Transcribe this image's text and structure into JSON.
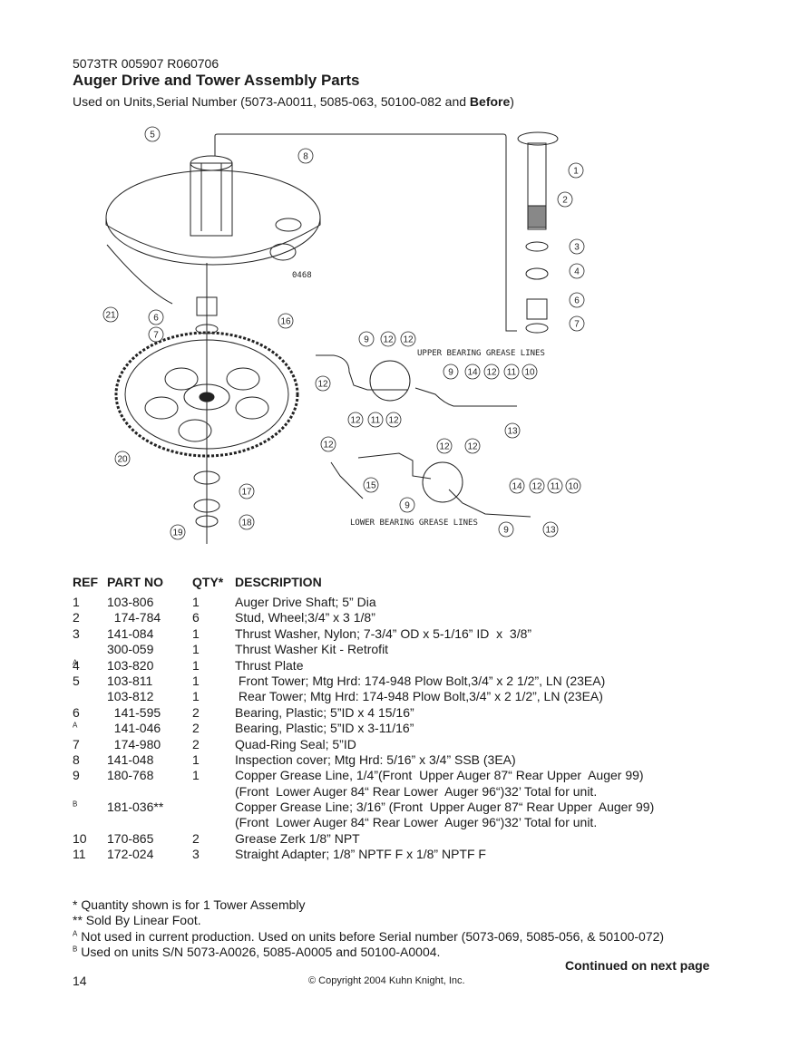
{
  "header": {
    "code": "5073TR 005907 R060706",
    "title": "Auger Drive and Tower Assembly Parts",
    "used_on_prefix": "Used on Units,Serial Number (5073-A0011, 5085-063, 50100-082 and ",
    "used_on_bold": "Before",
    "used_on_suffix": ")"
  },
  "diagram": {
    "labels": {
      "upper": "UPPER BEARING GREASE LINES",
      "lower": "LOWER BEARING GREASE LINES",
      "code": "0468"
    },
    "callouts": [
      "5",
      "8",
      "1",
      "2",
      "3",
      "4",
      "6",
      "7",
      "21",
      "6",
      "7",
      "16",
      "9",
      "12",
      "12",
      "12",
      "9",
      "14",
      "12",
      "11",
      "10",
      "13",
      "20",
      "17",
      "18",
      "19",
      "12",
      "11",
      "12",
      "12",
      "15",
      "9",
      "12",
      "12",
      "14",
      "12",
      "11",
      "10",
      "9",
      "13"
    ]
  },
  "table": {
    "headers": {
      "ref": "REF",
      "part": "PART NO",
      "qty": "QTY*",
      "desc": "DESCRIPTION"
    },
    "rows": [
      {
        "ref": "1",
        "part": "103-806",
        "sup": "",
        "qty": "1",
        "desc": "Auger Drive Shaft; 5” Dia"
      },
      {
        "ref": "2",
        "part": "  174-784",
        "sup": "",
        "qty": "6",
        "desc": "Stud, Wheel;3/4” x 3 1/8”"
      },
      {
        "ref": "3",
        "part": "141-084",
        "sup": "",
        "qty": "1",
        "desc": "Thrust Washer, Nylon; 7-3/4” OD x 5-1/16” ID  x  3/8”"
      },
      {
        "ref": "",
        "part": "300-059",
        "sup": "",
        "qty": "1",
        "desc": "Thrust Washer Kit - Retrofit"
      },
      {
        "ref": "4",
        "part": "103-820",
        "sup": "A",
        "qty": "1",
        "desc": "Thrust Plate"
      },
      {
        "ref": "5",
        "part": "103-811",
        "sup": "",
        "qty": "1",
        "desc": " Front Tower; Mtg Hrd: 174-948 Plow Bolt,3/4” x 2 1/2”, LN (23EA)"
      },
      {
        "ref": "",
        "part": "103-812",
        "sup": "",
        "qty": "1",
        "desc": " Rear Tower; Mtg Hrd: 174-948 Plow Bolt,3/4” x 2 1/2”, LN (23EA)"
      },
      {
        "ref": "6",
        "part": "  141-595",
        "sup": "",
        "qty": "2",
        "desc": "Bearing, Plastic; 5”ID x 4 15/16”"
      },
      {
        "ref": "",
        "part": "  141-046",
        "sup": "A",
        "qty": "2",
        "desc": "Bearing, Plastic; 5”ID x 3-11/16”"
      },
      {
        "ref": "7",
        "part": "  174-980",
        "sup": "",
        "qty": "2",
        "desc": "Quad-Ring Seal; 5”ID"
      },
      {
        "ref": "8",
        "part": "141-048",
        "sup": "",
        "qty": "1",
        "desc": "Inspection cover; Mtg Hrd: 5/16” x 3/4” SSB (3EA)"
      },
      {
        "ref": "9",
        "part": "180-768",
        "sup": "",
        "qty": "1",
        "desc": "Copper Grease Line, 1/4”(Front  Upper Auger 87“ Rear Upper  Auger 99)"
      },
      {
        "ref": "",
        "part": "",
        "sup": "",
        "qty": "",
        "desc": "(Front  Lower Auger 84“ Rear Lower  Auger 96“)32’ Total for unit."
      },
      {
        "ref": "",
        "part": "181-036**",
        "sup": "B",
        "qty": "",
        "desc": "Copper Grease Line; 3/16” (Front  Upper Auger 87“ Rear Upper  Auger 99)"
      },
      {
        "ref": "",
        "part": "",
        "sup": "",
        "qty": "",
        "desc": "(Front  Lower Auger 84“ Rear Lower  Auger 96“)32’ Total for unit."
      },
      {
        "ref": "10",
        "part": "170-865",
        "sup": "",
        "qty": "2",
        "desc": "Grease Zerk 1/8” NPT"
      },
      {
        "ref": "11",
        "part": "172-024",
        "sup": "",
        "qty": "3",
        "desc": "Straight Adapter; 1/8” NPTF F x 1/8” NPTF F"
      }
    ]
  },
  "notes": [
    {
      "sup": "",
      "text": "* Quantity shown is for 1 Tower Assembly"
    },
    {
      "sup": "",
      "text": "** Sold By Linear Foot."
    },
    {
      "sup": "A",
      "text": " Not used in current production. Used on units before Serial number (5073-069, 5085-056, & 50100-072)"
    },
    {
      "sup": "B",
      "text": " Used on units S/N 5073-A0026, 5085-A0005 and 50100-A0004."
    }
  ],
  "footer": {
    "continued": "Continued on next page",
    "page_number": "14",
    "copyright": "© Copyright 2004 Kuhn Knight, Inc."
  }
}
